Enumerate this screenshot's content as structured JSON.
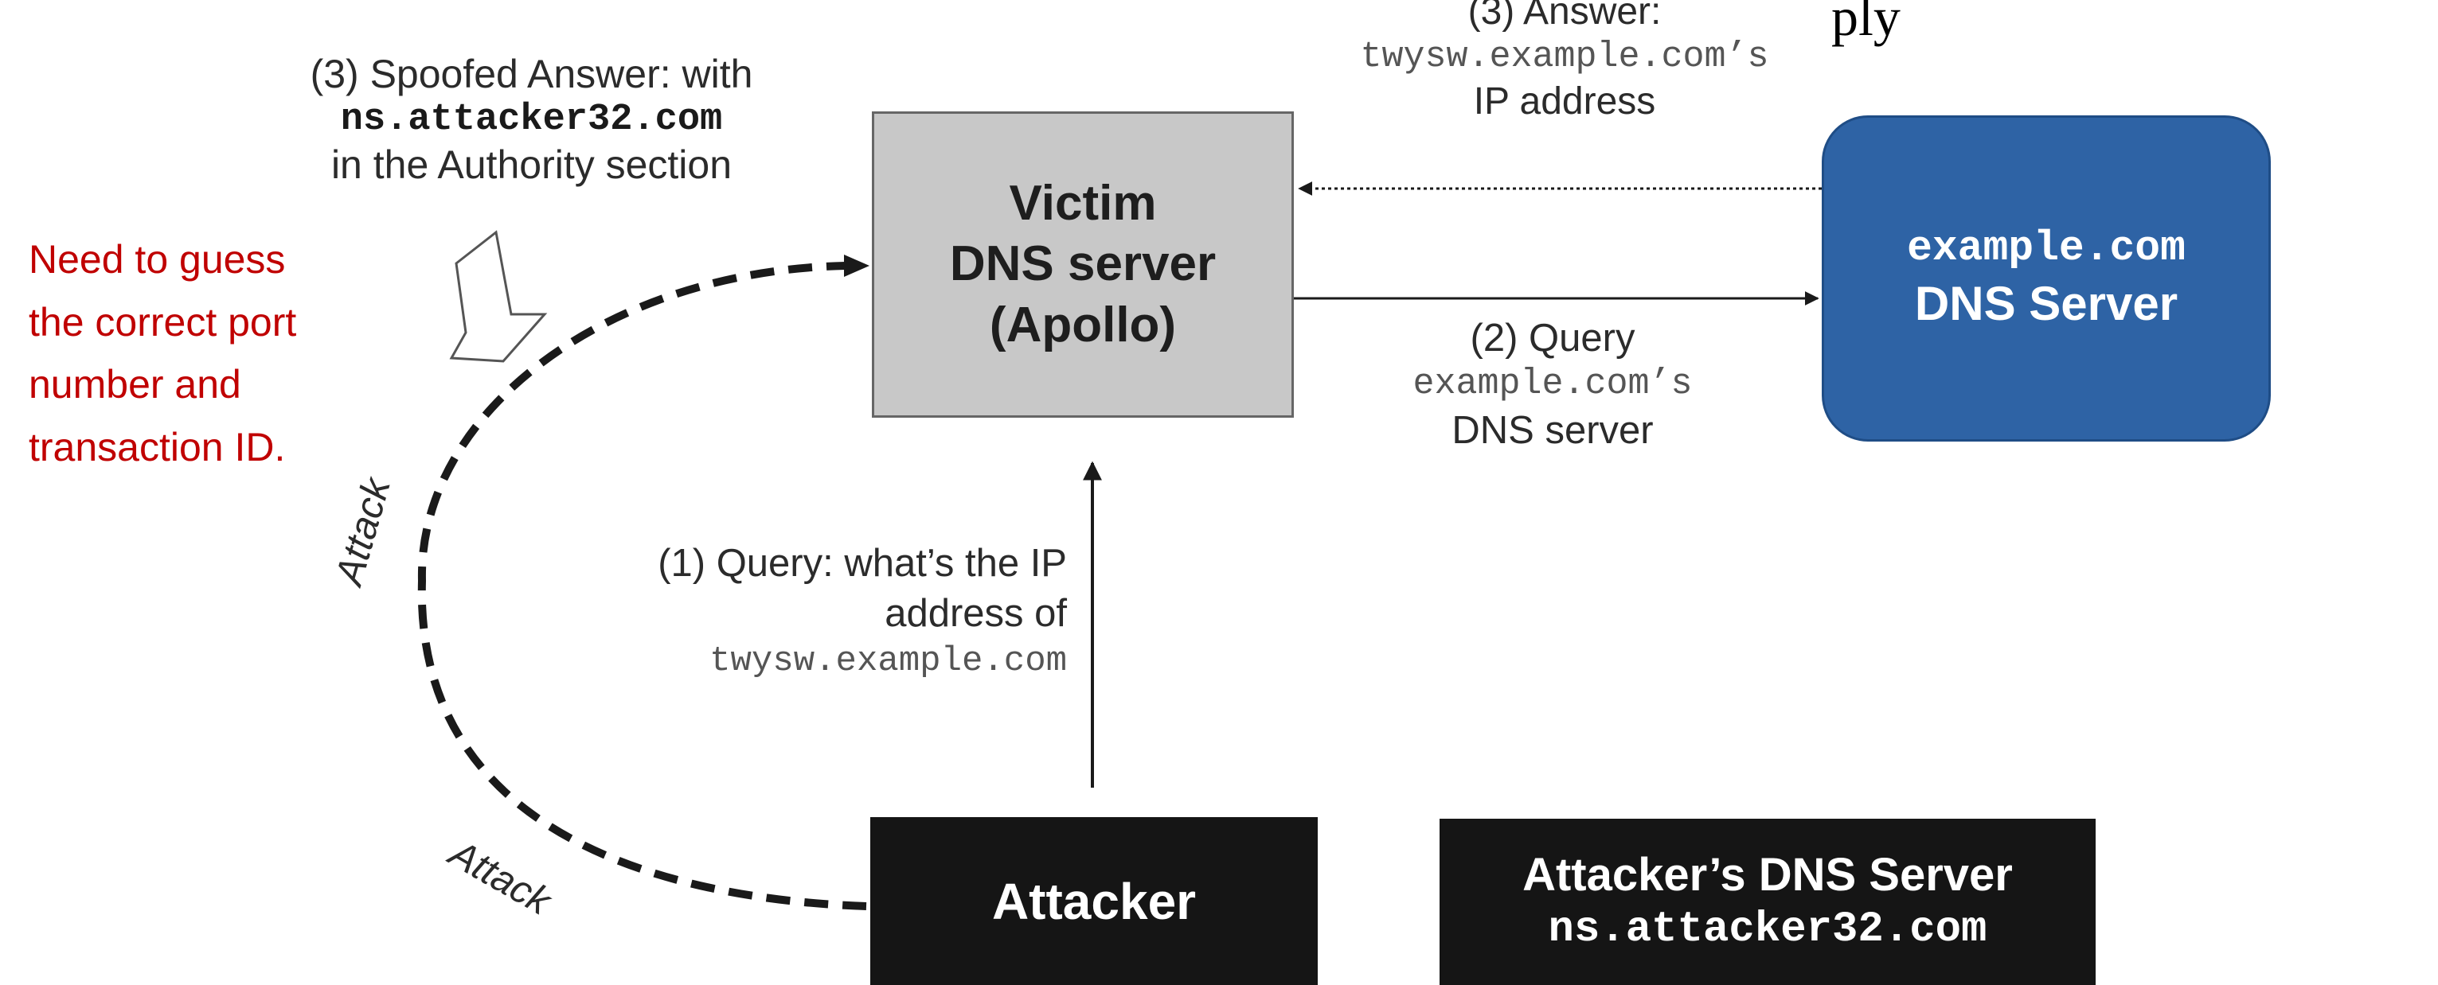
{
  "diagram": {
    "heading_fragment": "ply",
    "victim_server": {
      "line1": "Victim",
      "line2": "DNS server",
      "line3": "(Apollo)"
    },
    "example_server": {
      "domain": "example.com",
      "label": "DNS Server",
      "fill_color": "#2e63a5"
    },
    "attacker": {
      "label": "Attacker",
      "fill_color": "#151515"
    },
    "attacker_dns_server": {
      "title": "Attacker’s DNS Server",
      "domain": "ns.attacker32.com",
      "fill_color": "#151515"
    },
    "spoofed_answer": {
      "line1": "(3) Spoofed Answer: with",
      "domain": "ns.attacker32.com",
      "line3": "in the Authority section"
    },
    "answer": {
      "line1": "(3) Answer:",
      "line2": "twysw.example.com’s",
      "line3": "IP address"
    },
    "query2": {
      "line1": "(2) Query",
      "line2": "example.com’s",
      "line3": "DNS server"
    },
    "query1": {
      "line1": "(1) Query: what’s the IP",
      "line2": "address of",
      "line3": "twysw.example.com"
    },
    "attack_labels": {
      "upper": "Attack",
      "lower": "Attack"
    },
    "note": {
      "line1": "Need to guess",
      "line2": "the correct port",
      "line3": "number and",
      "line4": "transaction ID.",
      "color": "#c00000"
    },
    "icons": {
      "hollow_arrow": "hollow-down-arrow-icon"
    }
  }
}
